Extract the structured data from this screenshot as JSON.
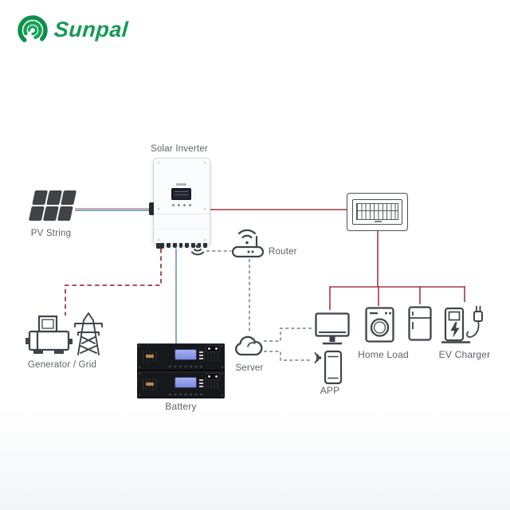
{
  "brand": {
    "name": "Sunpal",
    "color": "#149a55"
  },
  "colors": {
    "power_red": "#a23a47",
    "pv_blue": "#5d9cba",
    "battery_blue": "#8ba6d8",
    "comm_gray": "#7a8087",
    "icon_stroke": "#41464c",
    "label_gray": "#5c6167"
  },
  "nodes": {
    "solar_inverter": {
      "label": "Solar Inverter",
      "icon": "hybrid-inverter-device"
    },
    "pv_string": {
      "label": "PV String",
      "icon": "solar-panel-array-icon"
    },
    "router": {
      "label": "Router",
      "icon": "wifi-router-icon"
    },
    "distribution_box": {
      "icon": "circuit-breaker-box-icon"
    },
    "generator_grid": {
      "label": "Generator / Grid",
      "icon": "generator-and-power-pylon-icon"
    },
    "battery": {
      "label": "Battery",
      "icon": "rack-battery-modules"
    },
    "server": {
      "label": "Server",
      "icon": "cloud-icon"
    },
    "app": {
      "label": "APP",
      "icon": "smartphone-signal-icon"
    },
    "home_load": {
      "label": "Home Load",
      "icon": "tv-washer-fridge-icons"
    },
    "ev_charger": {
      "label": "EV Charger",
      "icon": "ev-charging-station-icon"
    }
  },
  "connections": [
    {
      "from": "pv_string",
      "to": "solar_inverter",
      "style": "solid",
      "color_key": "pv_blue"
    },
    {
      "from": "solar_inverter",
      "to": "distribution_box",
      "style": "solid",
      "color_key": "power_red"
    },
    {
      "from": "distribution_box",
      "to": "home_load",
      "style": "solid",
      "color_key": "power_red"
    },
    {
      "from": "distribution_box",
      "to": "ev_charger",
      "style": "solid",
      "color_key": "power_red"
    },
    {
      "from": "solar_inverter",
      "to": "generator_grid",
      "style": "dashed",
      "color_key": "power_red"
    },
    {
      "from": "solar_inverter",
      "to": "battery",
      "style": "solid",
      "color_key": "battery_blue"
    },
    {
      "from": "solar_inverter",
      "to": "router",
      "style": "dashed",
      "color_key": "comm_gray"
    },
    {
      "from": "router",
      "to": "server",
      "style": "dashed",
      "color_key": "comm_gray"
    },
    {
      "from": "server",
      "to": "home_load",
      "style": "dashed",
      "color_key": "comm_gray"
    },
    {
      "from": "server",
      "to": "app",
      "style": "dashed",
      "color_key": "comm_gray"
    }
  ]
}
